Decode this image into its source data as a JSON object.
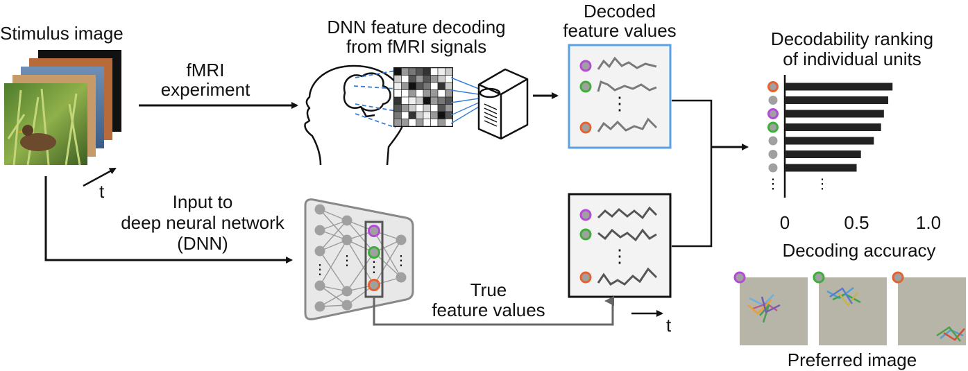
{
  "labels": {
    "stimulus_image": "Stimulus image",
    "fmri_experiment_line1": "fMRI",
    "fmri_experiment_line2": "experiment",
    "dnn_decoding_line1": "DNN feature decoding",
    "dnn_decoding_line2": "from fMRI signals",
    "decoded_line1": "Decoded",
    "decoded_line2": "feature values",
    "ranking_line1": "Decodability ranking",
    "ranking_line2": "of individual units",
    "input_line1": "Input to",
    "input_line2": "deep neural network",
    "input_line3": "(DNN)",
    "true_line1": "True",
    "true_line2": "feature values",
    "time_axis_t": "t",
    "decoding_accuracy": "Decoding accuracy",
    "preferred_image": "Preferred image"
  },
  "ranking_axis": {
    "ticks": [
      "0",
      "0.5",
      "1.0"
    ],
    "xlim": [
      0,
      1.0
    ]
  },
  "ranking_bars": [
    {
      "unit": "orange",
      "accuracy": 0.75
    },
    {
      "unit": "gray",
      "accuracy": 0.72
    },
    {
      "unit": "purple",
      "accuracy": 0.69
    },
    {
      "unit": "green",
      "accuracy": 0.67
    },
    {
      "unit": "gray",
      "accuracy": 0.62
    },
    {
      "unit": "gray",
      "accuracy": 0.53
    },
    {
      "unit": "gray",
      "accuracy": 0.5
    }
  ],
  "colors": {
    "purple": "#b44ad6",
    "green": "#3fae3a",
    "orange": "#e6622f",
    "gray_unit": "#a0a0a0",
    "decoded_box_border": "#5aa0e6",
    "network_fill": "#e8e8e8",
    "bar": "#222222",
    "signal_line": "#7a7a7a",
    "brain_dash": "#3a7fd6"
  },
  "icons": {
    "head": "human-head-icon",
    "matrix": "fmri-voxel-matrix-icon",
    "computer": "computer-tower-icon",
    "network": "deep-neural-network-icon"
  }
}
